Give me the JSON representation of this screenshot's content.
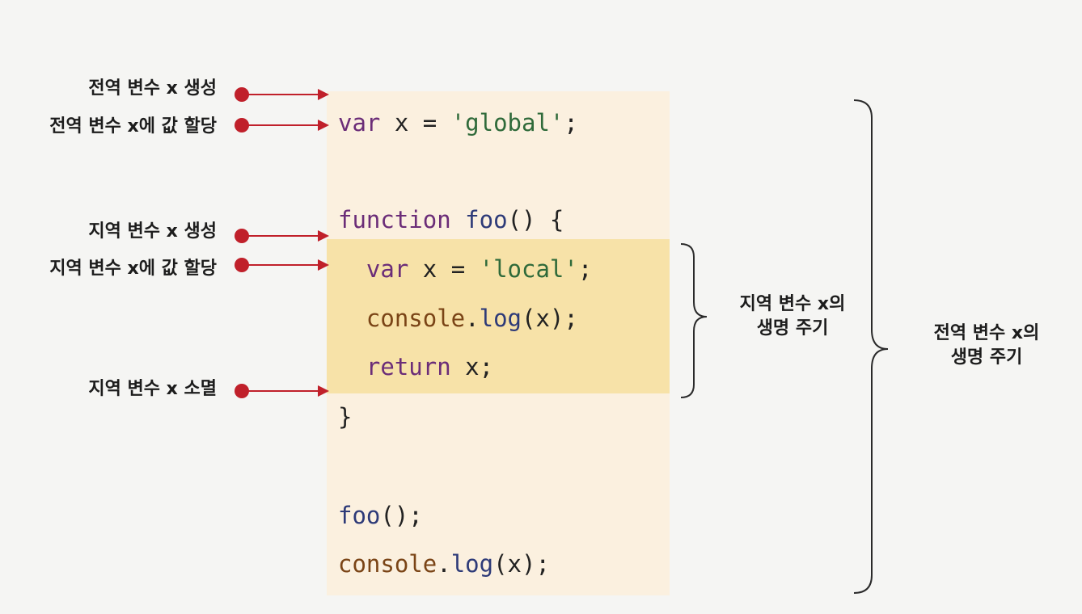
{
  "annotations": {
    "global_create": "전역 변수 x 생성",
    "global_assign": "전역 변수 x에 값 할당",
    "local_create": "지역 변수 x 생성",
    "local_assign": "지역 변수 x에 값 할당",
    "local_destroy": "지역 변수 x 소멸"
  },
  "code": {
    "line1": {
      "kw": "var",
      "rest": " x = ",
      "str": "'global'",
      "end": ";"
    },
    "line2": {
      "kw": "function",
      "sp": " ",
      "fn": "foo",
      "end": "() {"
    },
    "line3": {
      "indent": "  ",
      "kw": "var",
      "rest": " x = ",
      "str": "'local'",
      "end": ";"
    },
    "line4": {
      "indent": "  ",
      "obj": "console",
      "dot": ".",
      "prop": "log",
      "end": "(x);"
    },
    "line5": {
      "indent": "  ",
      "kw": "return",
      "end": " x;"
    },
    "line6": {
      "end": "}"
    },
    "line7": {
      "fn": "foo",
      "end": "();"
    },
    "line8": {
      "obj": "console",
      "dot": ".",
      "prop": "log",
      "end": "(x);"
    }
  },
  "braces": {
    "local_lifecycle_line1": "지역 변수 x의",
    "local_lifecycle_line2": "생명 주기",
    "global_lifecycle_line1": "전역 변수 x의",
    "global_lifecycle_line2": "생명 주기"
  },
  "colors": {
    "code_background": "#fbf0df",
    "local_scope_highlight": "#f7e2a8",
    "marker": "#c0202a",
    "keyword": "#6b2d78",
    "string": "#2f6a3a",
    "identifier": "#2d3a78"
  }
}
